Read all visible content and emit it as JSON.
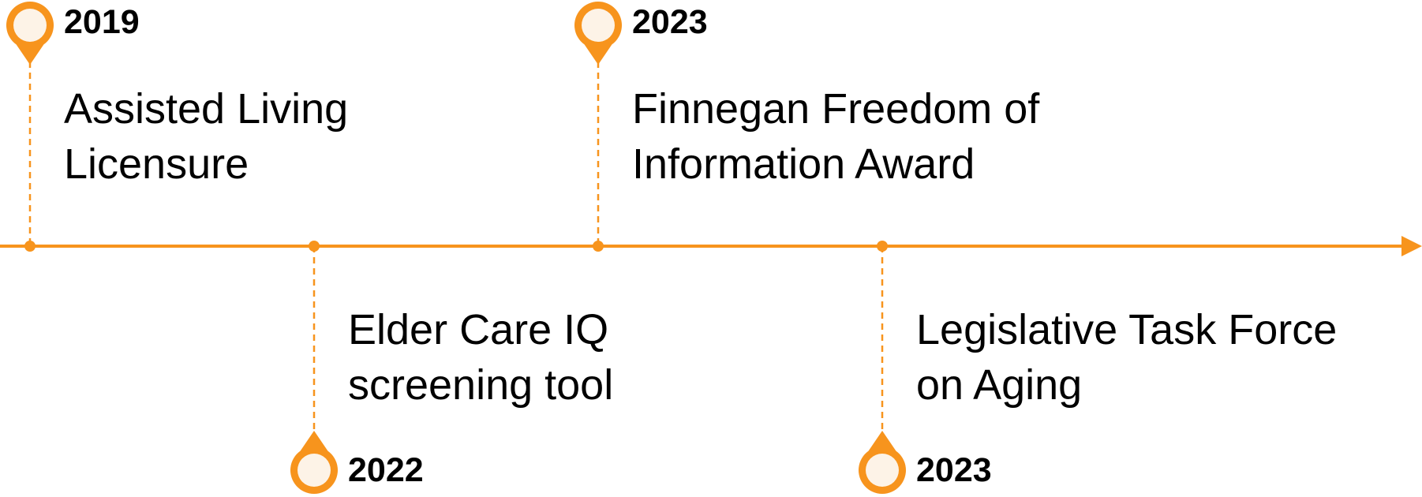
{
  "colors": {
    "accent": "#F7941D",
    "marker_fill": "#FDF3E7",
    "text": "#000000"
  },
  "events": [
    {
      "year": "2019",
      "lines": [
        "Assisted Living",
        "Licensure"
      ],
      "side": "above",
      "pin_icon": "map-pin-icon"
    },
    {
      "year": "2022",
      "lines": [
        "Elder Care IQ",
        "screening tool"
      ],
      "side": "below",
      "pin_icon": "map-pin-icon"
    },
    {
      "year": "2023",
      "lines": [
        "Finnegan Freedom of",
        "Information Award"
      ],
      "side": "above",
      "pin_icon": "map-pin-icon"
    },
    {
      "year": "2023",
      "lines": [
        "Legislative Task Force",
        "on Aging"
      ],
      "side": "below",
      "pin_icon": "map-pin-icon"
    }
  ]
}
